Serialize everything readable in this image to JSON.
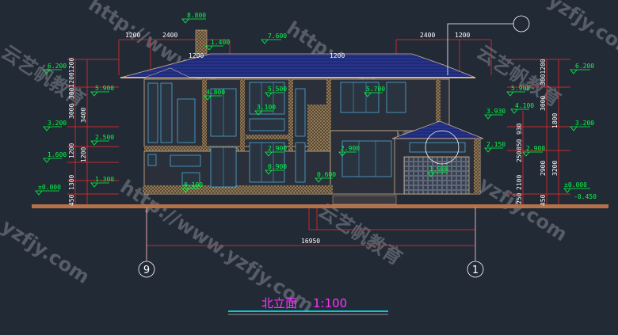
{
  "drawing": {
    "title": "北立面",
    "scale": "1:100",
    "axis_left": "9",
    "axis_right": "1",
    "total_width": "16950"
  },
  "top_dims": {
    "left_a": "1200",
    "left_b": "2400",
    "right_a": "2400",
    "right_b": "1200",
    "roof_left": "1200",
    "roof_right": "1200"
  },
  "levels_plan": {
    "chimney": "8.800",
    "ridge_main": "7.600",
    "ridge_left": "1.400",
    "left_6200": "6.200",
    "left_5900": "5.900",
    "left_3200": "3.200",
    "left_2500": "2.500",
    "left_1600": "1.600",
    "left_1300": "1.300",
    "left_0000": "±0.000",
    "right_6200": "6.200",
    "right_5900": "5.900",
    "right_3930": "3.930",
    "right_4100": "4.100",
    "right_3200": "3.200",
    "right_2150": "2.150",
    "right_2900": "2.900",
    "right_0000": "±0.000",
    "right_m0450": "-0.450",
    "mid_4800": "4.800",
    "mid_5500": "5.500",
    "mid_3100": "3.100",
    "mid_5700": "5.700",
    "mid_2900a": "2.900",
    "mid_2900b": "2.900",
    "mid_0900": "0.900",
    "mid_0600": "0.600",
    "mid_0100": "0.100",
    "mid_1900": "1.900"
  },
  "vertical_dims_left": [
    "1200",
    "3001200",
    "3000",
    "3400",
    "1200",
    "1200",
    "1300",
    "450"
  ],
  "vertical_dims_right": [
    "3001200",
    "3000",
    "1800",
    "930",
    "850",
    "250",
    "2900",
    "3200",
    "2100",
    "450",
    "250"
  ],
  "watermarks": {
    "url": "http://www.yzfjy.com",
    "brand": "云艺帆教育",
    "short": "yzfjy.com"
  },
  "colors": {
    "background": "#222a36",
    "roof": "#1e2a7a",
    "wall": "#2a2f3a",
    "trim": "#d2b48c",
    "window": "#4fa9d6",
    "ground": "#b5724a",
    "dim_line": "#ff2a2a",
    "level_text": "#00ff44",
    "title": "#ff33ff"
  }
}
